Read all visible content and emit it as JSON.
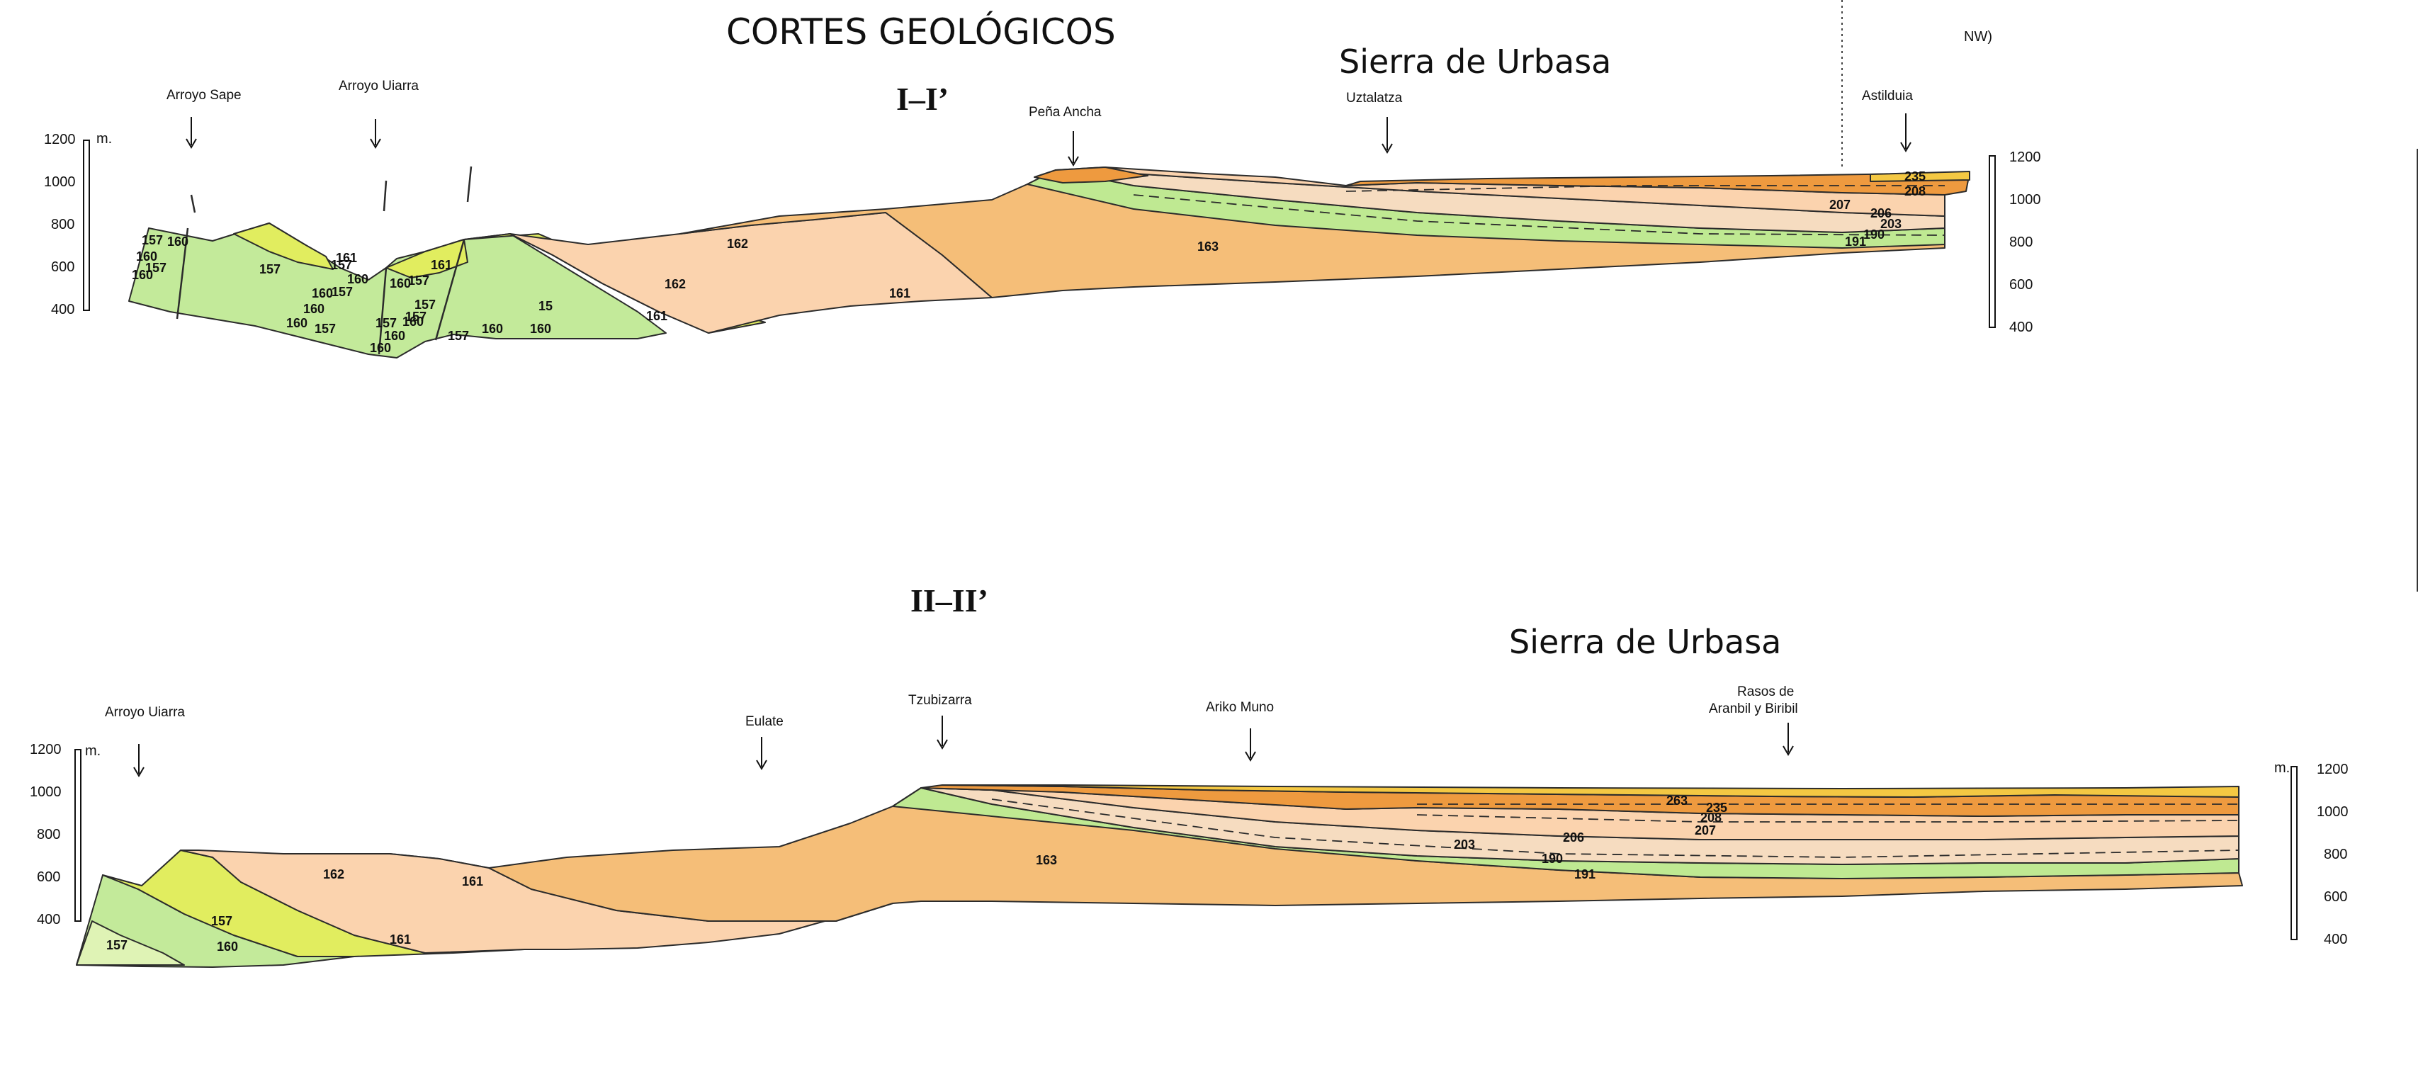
{
  "title": "CORTES GEOLÓGICOS",
  "corner_note": "NW)",
  "colors": {
    "unit_163": "#f5be78",
    "unit_162": "#fbd3ae",
    "unit_161": "#e1ed5f",
    "unit_160": "#c3ea9a",
    "unit_157": "#9ad67e",
    "unit_190_191": "#bfe992",
    "unit_203_207": "#f6dcc0",
    "unit_206": "#f0b074",
    "unit_208": "#ee9a3f",
    "unit_235_263": "#f4c843",
    "line": "#2b2b2b"
  },
  "sections": [
    {
      "id": "I",
      "title": "I–I’",
      "subtitle": "Sierra de Urbasa",
      "scale_left": {
        "unit": "m.",
        "ticks": [
          "1200",
          "1000",
          "800",
          "600",
          "400"
        ]
      },
      "scale_right": {
        "unit": "",
        "ticks": [
          "1200",
          "1000",
          "800",
          "600",
          "400"
        ]
      },
      "places": [
        "Arroyo Sape",
        "Arroyo Uiarra",
        "Peña Ancha",
        "Uztalatza",
        "Astilduia"
      ],
      "unit_labels": [
        "157",
        "160",
        "160",
        "157",
        "160",
        "157",
        "160",
        "161",
        "157",
        "160",
        "157",
        "160",
        "160",
        "157",
        "161",
        "160",
        "157",
        "160",
        "157",
        "157",
        "160",
        "157",
        "160",
        "160",
        "157",
        "15",
        "160",
        "161",
        "162",
        "162",
        "161",
        "163",
        "235",
        "208",
        "207",
        "206",
        "203",
        "190",
        "191"
      ]
    },
    {
      "id": "II",
      "title": "II–II’",
      "subtitle": "Sierra de Urbasa",
      "scale_left": {
        "unit": "m.",
        "ticks": [
          "1200",
          "1000",
          "800",
          "600",
          "400"
        ]
      },
      "scale_right": {
        "unit": "m.",
        "ticks": [
          "1200",
          "1000",
          "800",
          "600",
          "400"
        ]
      },
      "places": [
        "Arroyo Uiarra",
        "Eulate",
        "Tzubizarra",
        "Ariko Muno",
        "Rasos de",
        "Aranbil y Biribil"
      ],
      "unit_labels": [
        "157",
        "157",
        "160",
        "161",
        "162",
        "161",
        "163",
        "263",
        "235",
        "208",
        "207",
        "206",
        "203",
        "190",
        "191"
      ]
    }
  ]
}
